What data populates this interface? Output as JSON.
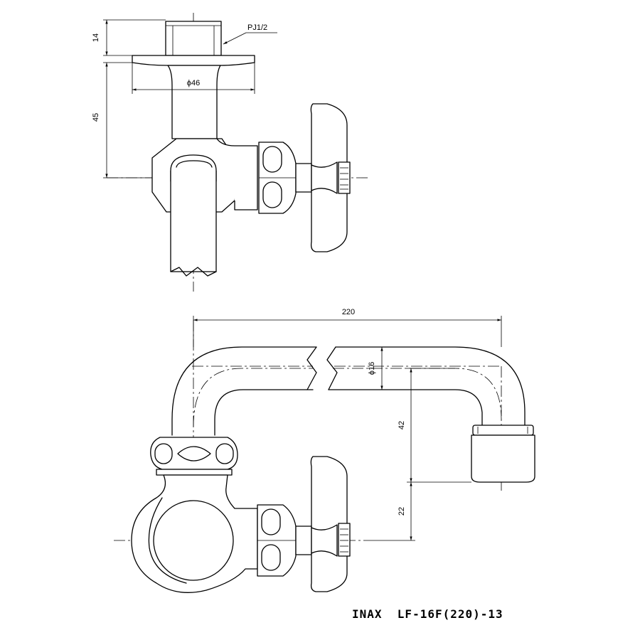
{
  "top_view": {
    "thread_label": "PJ1/2",
    "dim_flange_height": "14",
    "dim_body_height": "45",
    "dim_flange_diameter": "ϕ46"
  },
  "front_view": {
    "dim_spout_length": "220",
    "dim_pipe_diameter": "ϕ16",
    "dim_outlet_height": "42",
    "dim_handle_height": "22"
  },
  "model_label": "INAX  LF-16F(220)-13"
}
